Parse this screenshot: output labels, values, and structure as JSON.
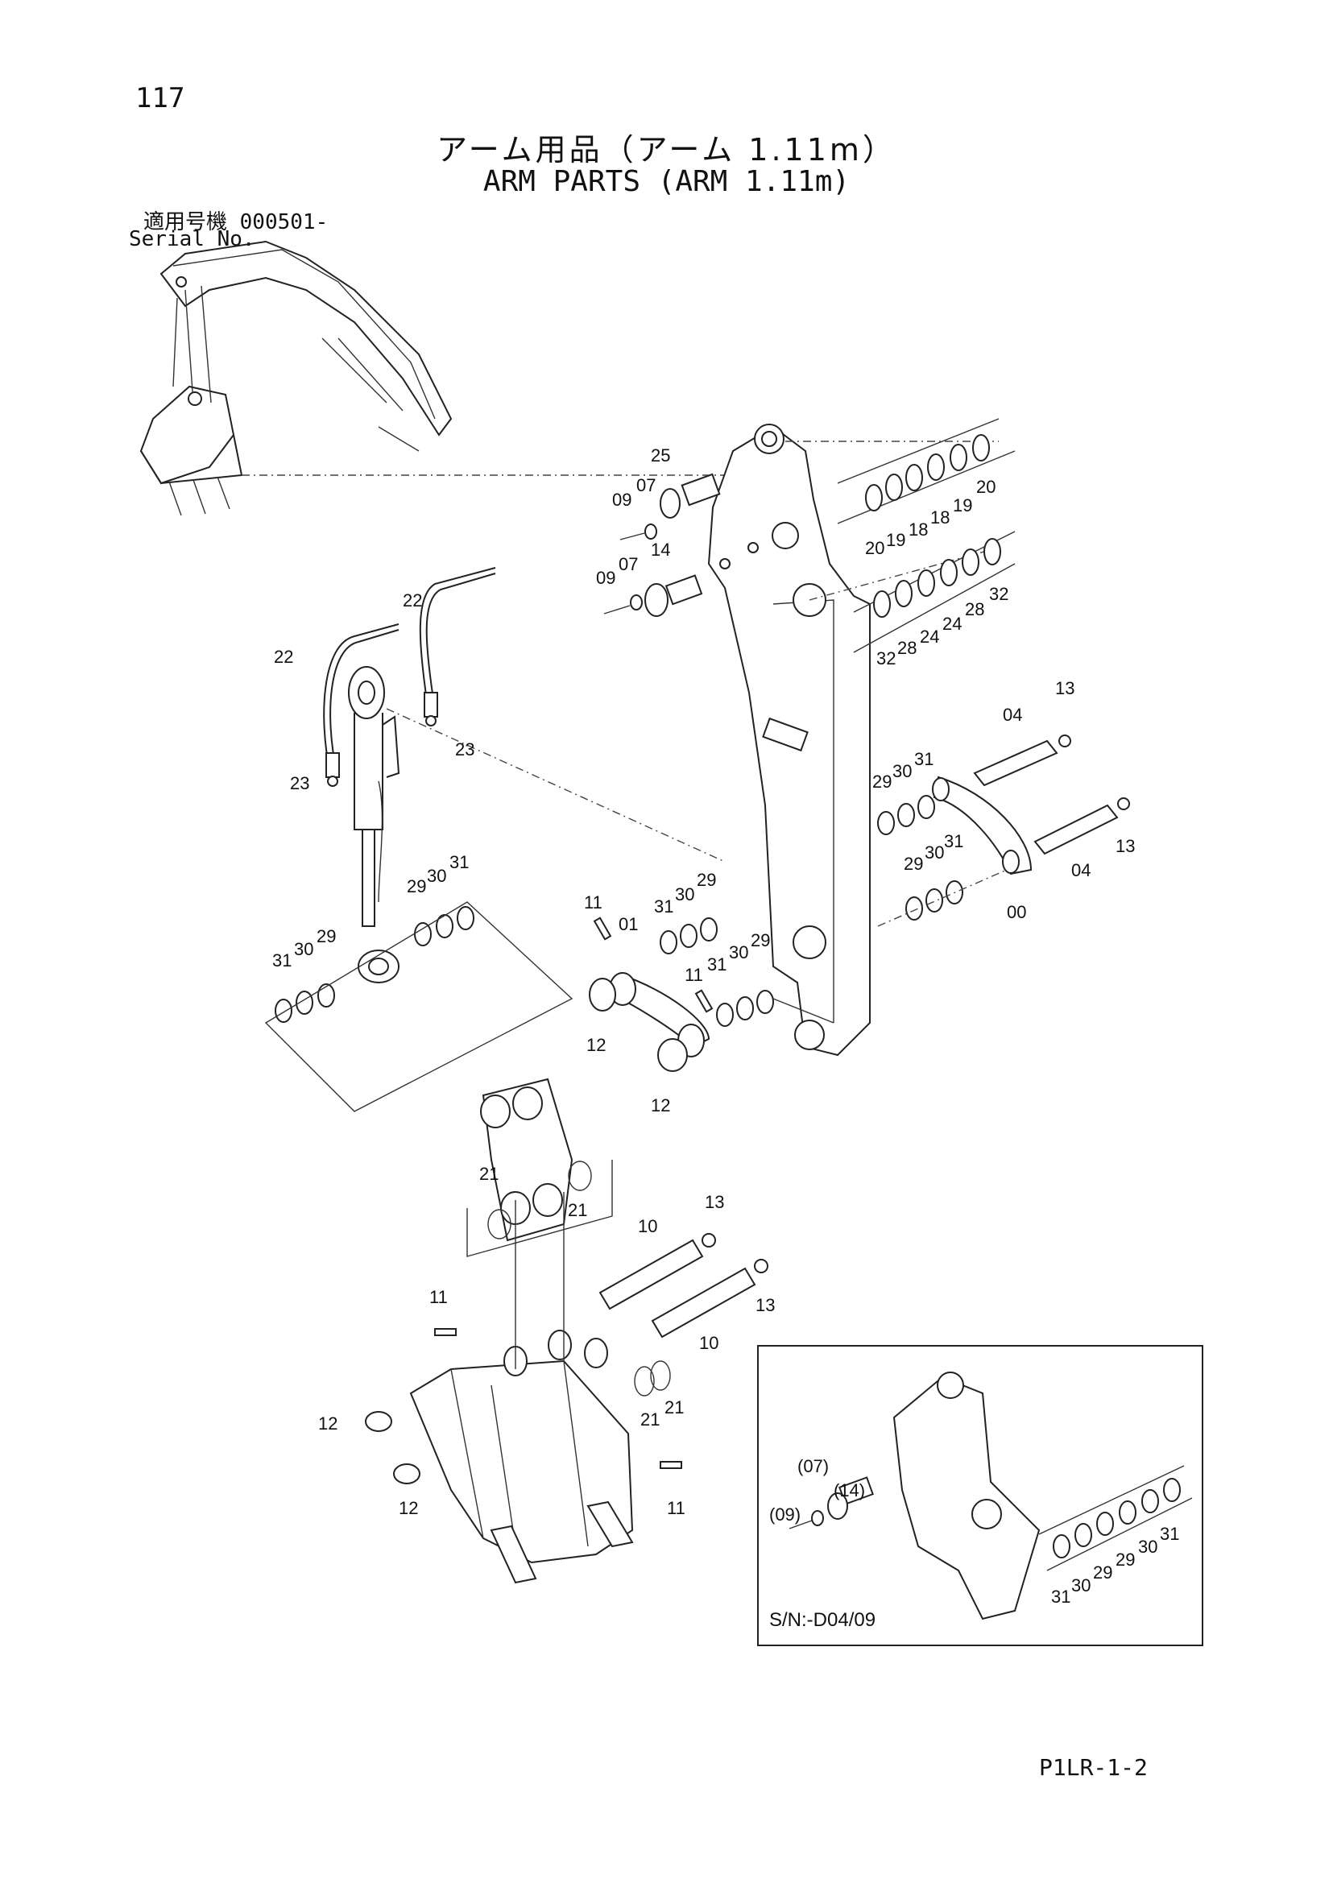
{
  "page_number": "117",
  "title_jp": "アーム用品（アーム 1.11m）",
  "title_en": "ARM PARTS (ARM 1.11m)",
  "serial_jp": "適用号機 000501-",
  "serial_en": "Serial No.",
  "footer_code": "P1LR-1-2",
  "inset_serial": "S/N:-D04/09",
  "callouts": [
    {
      "id": "c25",
      "text": "25"
    },
    {
      "id": "c09a",
      "text": "09"
    },
    {
      "id": "c07a",
      "text": "07"
    },
    {
      "id": "c09b",
      "text": "09"
    },
    {
      "id": "c07b",
      "text": "07"
    },
    {
      "id": "c14",
      "text": "14"
    },
    {
      "id": "c20a",
      "text": "20"
    },
    {
      "id": "c19a",
      "text": "19"
    },
    {
      "id": "c18a",
      "text": "18"
    },
    {
      "id": "c18b",
      "text": "18"
    },
    {
      "id": "c19b",
      "text": "19"
    },
    {
      "id": "c20b",
      "text": "20"
    },
    {
      "id": "c32a",
      "text": "32"
    },
    {
      "id": "c28a",
      "text": "28"
    },
    {
      "id": "c24a",
      "text": "24"
    },
    {
      "id": "c24b",
      "text": "24"
    },
    {
      "id": "c28b",
      "text": "28"
    },
    {
      "id": "c32b",
      "text": "32"
    },
    {
      "id": "c22a",
      "text": "22"
    },
    {
      "id": "c22b",
      "text": "22"
    },
    {
      "id": "c23a",
      "text": "23"
    },
    {
      "id": "c23b",
      "text": "23"
    },
    {
      "id": "c13a",
      "text": "13"
    },
    {
      "id": "c04a",
      "text": "04"
    },
    {
      "id": "c29a",
      "text": "29"
    },
    {
      "id": "c30a",
      "text": "30"
    },
    {
      "id": "c31a",
      "text": "31"
    },
    {
      "id": "c13b",
      "text": "13"
    },
    {
      "id": "c29b",
      "text": "29"
    },
    {
      "id": "c30b",
      "text": "30"
    },
    {
      "id": "c31b",
      "text": "31"
    },
    {
      "id": "c04b",
      "text": "04"
    },
    {
      "id": "c00",
      "text": "00"
    },
    {
      "id": "c29c",
      "text": "29"
    },
    {
      "id": "c30c",
      "text": "30"
    },
    {
      "id": "c31c",
      "text": "31"
    },
    {
      "id": "c11a",
      "text": "11"
    },
    {
      "id": "c01",
      "text": "01"
    },
    {
      "id": "c31d",
      "text": "31"
    },
    {
      "id": "c30d",
      "text": "30"
    },
    {
      "id": "c29d",
      "text": "29"
    },
    {
      "id": "c31e",
      "text": "31"
    },
    {
      "id": "c30e",
      "text": "30"
    },
    {
      "id": "c29e",
      "text": "29"
    },
    {
      "id": "c11b",
      "text": "11"
    },
    {
      "id": "c31f",
      "text": "31"
    },
    {
      "id": "c30f",
      "text": "30"
    },
    {
      "id": "c29f",
      "text": "29"
    },
    {
      "id": "c12a",
      "text": "12"
    },
    {
      "id": "c12b",
      "text": "12"
    },
    {
      "id": "c21a",
      "text": "21"
    },
    {
      "id": "c21b",
      "text": "21"
    },
    {
      "id": "c13c",
      "text": "13"
    },
    {
      "id": "c10a",
      "text": "10"
    },
    {
      "id": "c13d",
      "text": "13"
    },
    {
      "id": "c11c",
      "text": "11"
    },
    {
      "id": "c10b",
      "text": "10"
    },
    {
      "id": "c21c",
      "text": "21"
    },
    {
      "id": "c21d",
      "text": "21"
    },
    {
      "id": "c12c",
      "text": "12"
    },
    {
      "id": "c12d",
      "text": "12"
    },
    {
      "id": "c11d",
      "text": "11"
    },
    {
      "id": "c07i",
      "text": "(07)"
    },
    {
      "id": "c14i",
      "text": "(14)"
    },
    {
      "id": "c09i",
      "text": "(09)"
    },
    {
      "id": "c31g",
      "text": "31"
    },
    {
      "id": "c30g",
      "text": "30"
    },
    {
      "id": "c29g",
      "text": "29"
    },
    {
      "id": "c29h",
      "text": "29"
    },
    {
      "id": "c30h",
      "text": "30"
    },
    {
      "id": "c31h",
      "text": "31"
    }
  ]
}
